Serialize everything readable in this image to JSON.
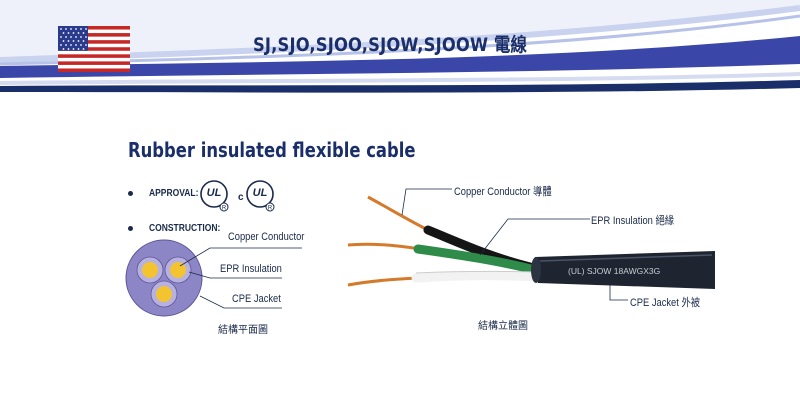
{
  "header": {
    "title": "SJ,SJO,SJOO,SJOW,SJOOW  電線",
    "flag_icon": "us-flag-icon"
  },
  "main": {
    "subtitle": "Rubber insulated flexible cable",
    "approval_label": "APPROVAL:",
    "construction_label": "CONSTRUCTION:",
    "approval_marks": {
      "ul_inner": "UL",
      "r": "R",
      "c": "c"
    },
    "cross_section": {
      "labels": [
        "Copper Conductor",
        "EPR Insulation",
        "CPE Jacket"
      ],
      "caption": "結構平面圖"
    },
    "cable_view": {
      "labels": [
        "Copper Conductor 導體",
        "EPR Insulation 絕緣",
        "CPE Jacket 外被"
      ],
      "print_text": "(UL)  SJOW  18AWGX3G",
      "caption": "結構立體圖"
    }
  },
  "colors": {
    "navy": "#1a2e6a",
    "stripe_blue": "#3a47a8",
    "light_blue": "#c9d2ee",
    "jacket": "#1e2530",
    "section_fill": "#8d86c6",
    "conductor_fill": "#f4c430"
  }
}
